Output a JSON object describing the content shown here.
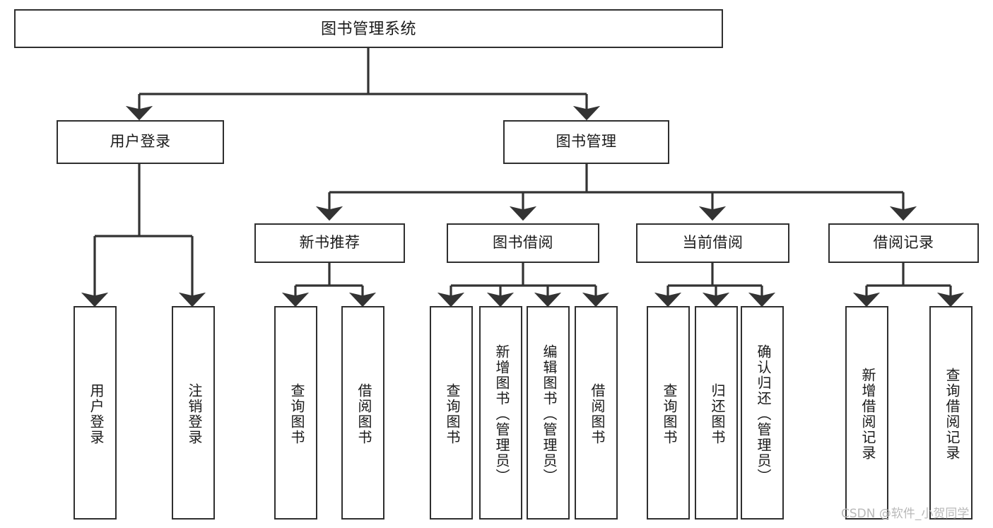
{
  "diagram": {
    "type": "tree",
    "title": "图书管理系统",
    "root": {
      "id": "root",
      "label": "图书管理系统"
    },
    "level1": [
      {
        "id": "user-login",
        "label": "用户登录"
      },
      {
        "id": "book-manage",
        "label": "图书管理"
      }
    ],
    "level2": [
      {
        "id": "new-book-recommend",
        "label": "新书推荐",
        "parent": "book-manage"
      },
      {
        "id": "book-borrow",
        "label": "图书借阅",
        "parent": "book-manage"
      },
      {
        "id": "current-borrow",
        "label": "当前借阅",
        "parent": "book-manage"
      },
      {
        "id": "borrow-record",
        "label": "借阅记录",
        "parent": "book-manage"
      }
    ],
    "leaves": [
      {
        "id": "leaf-user-login",
        "label": "用户登录",
        "parent": "user-login"
      },
      {
        "id": "leaf-user-logout",
        "label": "注销登录",
        "parent": "user-login"
      },
      {
        "id": "leaf-query-book-1",
        "label": "查询图书",
        "parent": "new-book-recommend"
      },
      {
        "id": "leaf-borrow-book-1",
        "label": "借阅图书",
        "parent": "new-book-recommend"
      },
      {
        "id": "leaf-query-book-2",
        "label": "查询图书",
        "parent": "book-borrow"
      },
      {
        "id": "leaf-add-book",
        "label": "新增图书（管理员）",
        "parent": "book-borrow"
      },
      {
        "id": "leaf-edit-book",
        "label": "编辑图书（管理员）",
        "parent": "book-borrow"
      },
      {
        "id": "leaf-borrow-book-2",
        "label": "借阅图书",
        "parent": "book-borrow"
      },
      {
        "id": "leaf-query-book-3",
        "label": "查询图书",
        "parent": "current-borrow"
      },
      {
        "id": "leaf-return-book",
        "label": "归还图书",
        "parent": "current-borrow"
      },
      {
        "id": "leaf-confirm-return",
        "label": "确认归还（管理员）",
        "parent": "current-borrow"
      },
      {
        "id": "leaf-add-record",
        "label": "新增借阅记录",
        "parent": "borrow-record"
      },
      {
        "id": "leaf-query-record",
        "label": "查询借阅记录",
        "parent": "borrow-record"
      }
    ],
    "colors": {
      "box_border": "#2f2f2f",
      "box_fill": "#ffffff",
      "connector": "#333333",
      "text": "#1a1a1a",
      "watermark": "#b9b9b9"
    }
  },
  "watermark": {
    "text": "CSDN @软件_小贺同学"
  }
}
